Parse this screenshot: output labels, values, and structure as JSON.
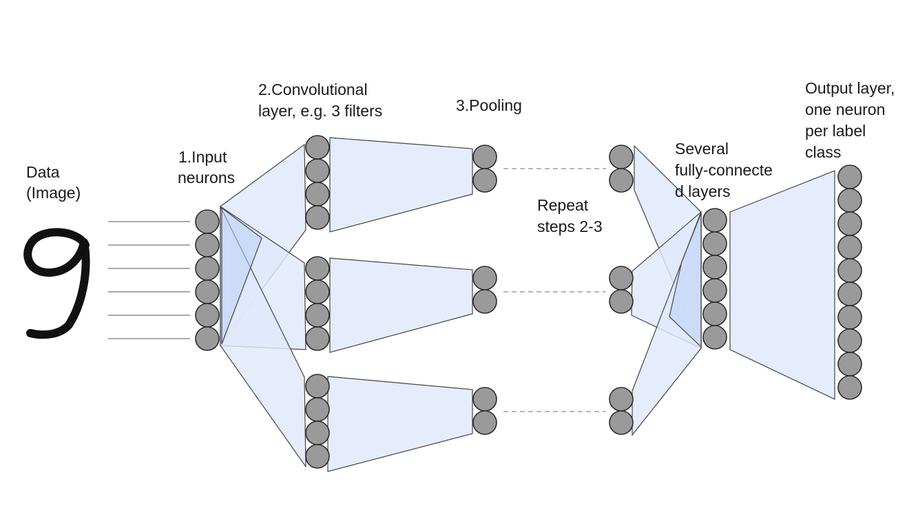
{
  "labels": {
    "data_line1": "Data",
    "data_line2": "(Image)",
    "input_line1": "1.Input",
    "input_line2": "neurons",
    "conv_line1": "2.Convolutional",
    "conv_line2": "layer, e.g. 3 filters",
    "pool_line1": "3.Pooling",
    "repeat_line1": "Repeat",
    "repeat_line2": "steps 2-3",
    "fc_line1": "Several",
    "fc_line2": "fully-connecte",
    "fc_line3": "d layers",
    "out_line1": "Output layer,",
    "out_line2": "one neuron",
    "out_line3": "per label",
    "out_line4": "class"
  },
  "layers": {
    "input_neurons": 6,
    "conv_filters": 3,
    "neurons_per_filter": 4,
    "pooled_neurons_per_filter": 2,
    "repeated_pooled_neurons_per_filter": 2,
    "fully_connected_neurons": 6,
    "output_neurons": 10
  },
  "colors": {
    "neuron_fill": "#9a9a9a",
    "trapezoid_fill": "#dfe9fb",
    "overlap_fill": "#b9cff4"
  },
  "icons": {
    "input_image": "handwritten-digit-nine"
  }
}
